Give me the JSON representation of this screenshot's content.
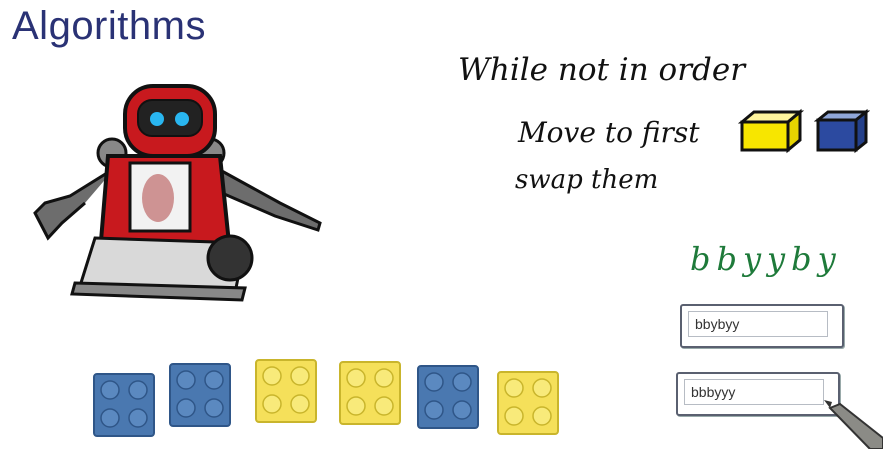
{
  "header": {
    "title": "Algorithms"
  },
  "pseudocode": {
    "line1": "While not in order",
    "line2": "Move to first",
    "line3": "swap them"
  },
  "sequence": {
    "text": "bbyyby"
  },
  "answers": [
    {
      "value": "bbybyy"
    },
    {
      "value": "bbbyyy"
    }
  ],
  "bricks": [
    "blue",
    "blue",
    "yellow",
    "yellow",
    "blue",
    "yellow"
  ],
  "colors": {
    "title": "#2a3275",
    "blue": "#4a78b0",
    "yellow": "#f5e05a",
    "robot_red": "#c8191e",
    "sequence_green": "#1e7a3a"
  }
}
